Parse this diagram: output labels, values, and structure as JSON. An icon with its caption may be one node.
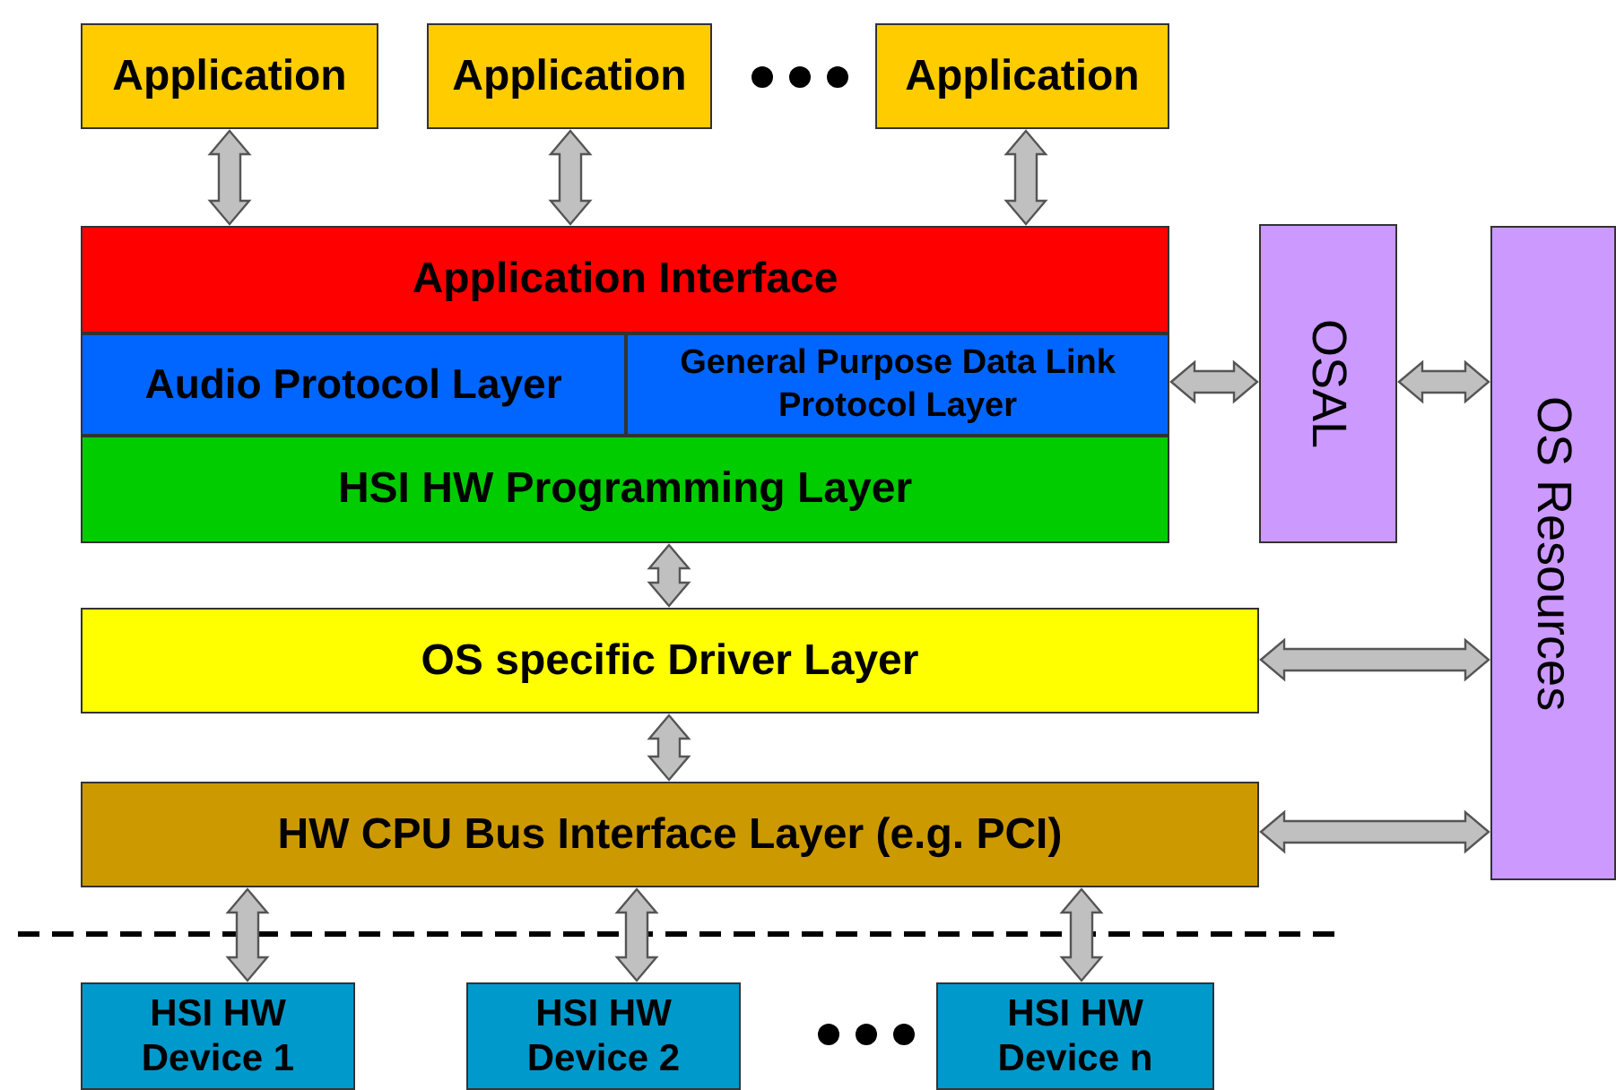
{
  "diagram": {
    "nodes": [
      {
        "text": [
          "Application"
        ]
      },
      {
        "text": [
          "Application"
        ]
      },
      {
        "text": [
          "Application"
        ]
      },
      {
        "text": [
          "Application Interface"
        ]
      },
      {
        "text": [
          "Audio Protocol Layer"
        ]
      },
      {
        "text": [
          "General Purpose Data Link Protocol Layer"
        ]
      },
      {
        "text": [
          "HSI HW Programming Layer"
        ]
      },
      {
        "text": [
          "OSAL"
        ]
      },
      {
        "text": [
          "OS Resources"
        ]
      },
      {
        "text": [
          "OS specific Driver Layer"
        ]
      },
      {
        "text": [
          "HW CPU Bus Interface Layer (e.g. PCI)"
        ]
      },
      {
        "text": [
          "HSI HW Device 1"
        ]
      },
      {
        "text": [
          "HSI HW Device 2"
        ]
      },
      {
        "text": [
          "HSI HW Device n"
        ]
      }
    ],
    "edges": [
      {
        "from": 0,
        "to": 3,
        "arrow": "both"
      },
      {
        "from": 1,
        "to": 3,
        "arrow": "both"
      },
      {
        "from": 2,
        "to": 3,
        "arrow": "both"
      },
      {
        "from": 5,
        "to": 7,
        "arrow": "both"
      },
      {
        "from": 7,
        "to": 8,
        "arrow": "both"
      },
      {
        "from": 6,
        "to": 9,
        "arrow": "both"
      },
      {
        "from": 9,
        "to": 8,
        "arrow": "both"
      },
      {
        "from": 9,
        "to": 10,
        "arrow": "both"
      },
      {
        "from": 10,
        "to": 8,
        "arrow": "both"
      },
      {
        "from": 10,
        "to": 11,
        "arrow": "both"
      },
      {
        "from": 10,
        "to": 12,
        "arrow": "both"
      },
      {
        "from": 10,
        "to": 13,
        "arrow": "both"
      }
    ]
  }
}
